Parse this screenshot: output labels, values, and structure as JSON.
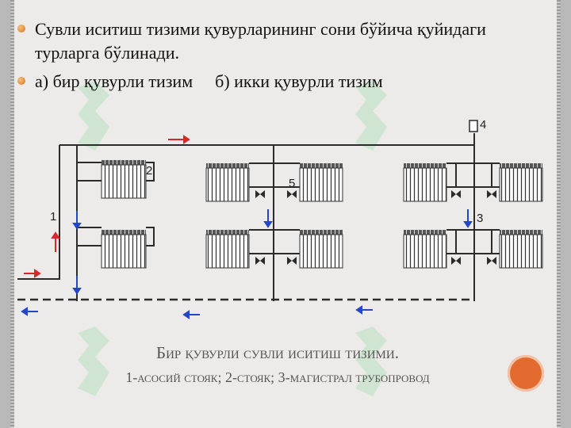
{
  "bullets": [
    {
      "text": "Сувли иситиш тизими қувурларининг сони бўйича қуйидаги турларга бўлинади."
    },
    {
      "a": "а)  бир қувурли тизим",
      "b": "б)  икки қувурли тизим"
    }
  ],
  "diagram": {
    "labels": [
      "1",
      "2",
      "3",
      "4",
      "5"
    ]
  },
  "caption": {
    "line1": "Бир қувурли сувли иситиш тизими.",
    "line2": "1-асосий стояк; 2-стояк; 3-магистрал трубопровод"
  },
  "colors": {
    "accent": "#e36a2e",
    "pipe": "#2b2b2b",
    "arrow_hot": "#d8262b",
    "arrow_cold": "#2347c8",
    "watermark": "#9fdca3"
  }
}
